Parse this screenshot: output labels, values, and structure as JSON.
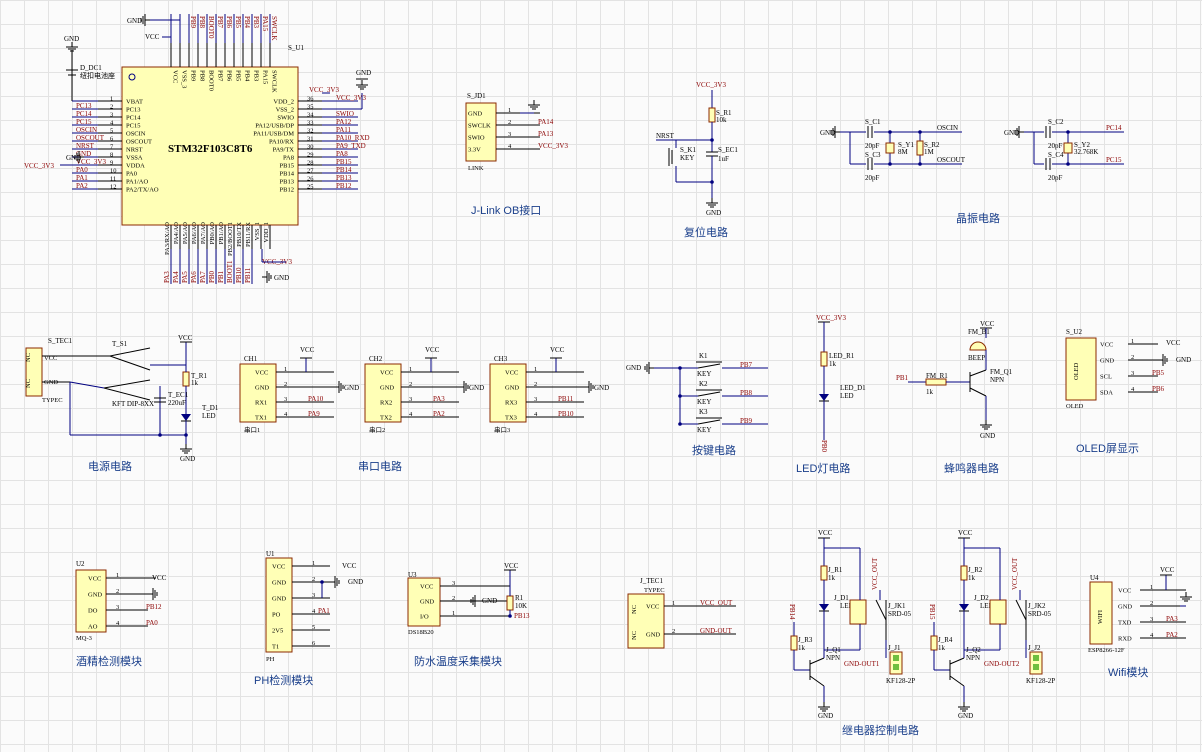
{
  "titles": {
    "jlink": "J-Link OB接口",
    "reset": "复位电路",
    "crystal": "晶振电路",
    "power": "电源电路",
    "uart": "串口电路",
    "keys": "按键电路",
    "led": "LED灯电路",
    "buzzer": "蜂鸣器电路",
    "oled": "OLED屏显示",
    "alcohol": "酒精检测模块",
    "ph": "PH检测模块",
    "temp": "防水温度采集模块",
    "relay": "继电器控制电路",
    "wifi": "Wifi模块"
  },
  "mcu": {
    "ref": "S_U1",
    "part": "STM32F103C8T6",
    "left_pins": [
      "VBAT",
      "PC13",
      "PC14",
      "PC15",
      "OSCIN",
      "OSCOUT",
      "NRST",
      "VSSA",
      "VDDA",
      "PA0",
      "PA1/AO",
      "PA2/TX/AO"
    ],
    "left_nums": [
      "1",
      "2",
      "3",
      "4",
      "5",
      "6",
      "7",
      "8",
      "9",
      "10",
      "11",
      "12"
    ],
    "left_nets": [
      "",
      "PC13",
      "PC14",
      "PC15",
      "OSCIN",
      "OSCOUT",
      "NRST",
      "GND",
      "VCC_3V3",
      "PA0",
      "PA1",
      "PA2"
    ],
    "right_pins": [
      "VDD_2",
      "VSS_2",
      "SWIO",
      "PA12/USB/DP",
      "PA11/USB/DM",
      "PA10/RX",
      "PA9/TX",
      "PA8",
      "PB15",
      "PB14",
      "PB13",
      "PB12"
    ],
    "right_nums": [
      "36",
      "35",
      "34",
      "33",
      "32",
      "31",
      "30",
      "29",
      "28",
      "27",
      "26",
      "25"
    ],
    "right_nets": [
      "VCC_3V3",
      "",
      "SWIO",
      "PA12",
      "PA11",
      "PA10_RXD",
      "PA9_TXD",
      "PA8",
      "PB15",
      "PB14",
      "PB13",
      "PB12"
    ],
    "top_pins": [
      "VCC",
      "VSS_3",
      "PB9",
      "PB8",
      "BOOT0",
      "PB7",
      "PB6",
      "PB5",
      "PB4",
      "PB3",
      "PA15",
      "SWCLK"
    ],
    "top_nets": [
      "VCC",
      "GND",
      "PB9",
      "PB8",
      "BOOT0",
      "PB7",
      "PB6",
      "PB5",
      "PB4",
      "PB3",
      "PA15",
      "SWCLK"
    ],
    "bottom_pins": [
      "PA3/RX/AO",
      "PA4/AO",
      "PA5/AO",
      "PA6/AO",
      "PA7/AO",
      "PB0/AO",
      "PB1/AO",
      "PB2/BOOT1",
      "PB10/TX",
      "PB11/RX",
      "VSS_1",
      "VDD_1"
    ],
    "bottom_nets": [
      "PA3",
      "PA4",
      "PA5",
      "PA6",
      "PA7",
      "PB0",
      "PB1",
      "BOOT1",
      "PB10",
      "PB11",
      "",
      ""
    ],
    "battery_ref": "D_DC1",
    "battery_label": "纽扣电池座",
    "net_vcc3v3": "VCC_3V3",
    "net_gnd": "GND",
    "net_vcc": "VCC"
  },
  "jlink": {
    "ref": "S_JD1",
    "pins": [
      "GND",
      "SWCLK",
      "SWIO",
      "3.3V"
    ],
    "nets": [
      "",
      "PA14",
      "PA13",
      "VCC_3V3"
    ],
    "footer": "LINK"
  },
  "reset": {
    "vcc": "VCC_3V3",
    "r_ref": "S_R1",
    "r_val": "10k",
    "key_ref": "S_K1",
    "key_val": "KEY",
    "c_ref": "S_EC1",
    "c_val": "1uF",
    "nrst": "NRST",
    "gnd": "GND"
  },
  "crystal": {
    "c1_ref": "S_C1",
    "c1_val": "20pF",
    "c3_ref": "S_C3",
    "c3_val": "20pF",
    "y1_ref": "S_Y1",
    "y1_val": "8M",
    "r2_ref": "S_R2",
    "r2_val": "1M",
    "oscin": "OSCIN",
    "oscout": "OSCOUT",
    "c2_ref": "S_C2",
    "c2_val": "20pF",
    "c4_ref": "S_C4",
    "c4_val": "20pF",
    "y2_ref": "S_Y2",
    "y2_val": "32.768K",
    "pc14": "PC14",
    "pc15": "PC15",
    "gnd": "GND"
  },
  "power": {
    "ref": "S_TEC1",
    "type": "TYPEC",
    "pins": [
      "VCC",
      "NC",
      "GND",
      "NC"
    ],
    "sw_ref": "T_S1",
    "sw_val": "KFT DIP-8XX",
    "r_ref": "T_R1",
    "r_val": "1k",
    "c_ref": "T_EC1",
    "c_val": "220uF",
    "d_ref": "T_D1",
    "d_val": "LED",
    "vcc": "VCC",
    "gnd": "GND"
  },
  "uart": [
    {
      "ref": "CH1",
      "name": "串口1",
      "nets": [
        "",
        "GND",
        "PA10",
        "PA9"
      ]
    },
    {
      "ref": "CH2",
      "name": "串口2",
      "nets": [
        "",
        "GND",
        "PA3",
        "PA2"
      ]
    },
    {
      "ref": "CH3",
      "name": "串口3",
      "nets": [
        "",
        "GND",
        "PB11",
        "PB10"
      ]
    }
  ],
  "uart_pins": [
    "VCC",
    "GND",
    "RX1",
    "TX1"
  ],
  "uart_pins2": [
    "VCC",
    "GND",
    "RX2",
    "TX2"
  ],
  "uart_pins3": [
    "VCC",
    "GND",
    "RX3",
    "TX3"
  ],
  "keys": {
    "gnd": "GND",
    "items": [
      {
        "ref": "K1",
        "val": "KEY",
        "net": "PB7"
      },
      {
        "ref": "K2",
        "val": "KEY",
        "net": "PB8"
      },
      {
        "ref": "K3",
        "val": "KEY",
        "net": "PB9"
      }
    ]
  },
  "led": {
    "vcc": "VCC_3V3",
    "r_ref": "LED_R1",
    "r_val": "1k",
    "d_ref": "LED_D1",
    "d_val": "LED",
    "net": "PB0"
  },
  "buzzer": {
    "vcc": "VCC",
    "b_ref": "FM_B1",
    "b_val": "BEEP",
    "r_ref": "FM_R1",
    "r_val": "1k",
    "q_ref": "FM_Q1",
    "q_val": "NPN",
    "net": "PB1",
    "gnd": "GND"
  },
  "oled": {
    "ref": "S_U2",
    "name": "OLED",
    "pins": [
      "VCC",
      "GND",
      "SCL",
      "SDA"
    ],
    "nets": [
      "VCC",
      "GND",
      "PB5",
      "PB6"
    ]
  },
  "alcohol": {
    "ref": "U2",
    "footer": "MQ-3",
    "pins": [
      "VCC",
      "GND",
      "DO",
      "AO"
    ],
    "nets": [
      "VCC",
      "",
      "PB12",
      "PA0"
    ]
  },
  "ph": {
    "ref": "U1",
    "footer": "PH",
    "pins": [
      "VCC",
      "GND",
      "GND",
      "PO",
      "2V5",
      "T1"
    ],
    "nets": [
      "VCC",
      "GND",
      "",
      "PA1",
      "",
      ""
    ]
  },
  "temp": {
    "ref": "U3",
    "footer": "DS18B20",
    "pins": [
      "VCC",
      "GND",
      "I/O"
    ],
    "r_ref": "R1",
    "r_val": "10K",
    "vcc": "VCC",
    "gnd": "GND",
    "net": "PB13"
  },
  "typec2": {
    "ref": "J_TEC1",
    "type": "TYPEC",
    "pins": [
      "VCC",
      "GND"
    ],
    "nets": [
      "VCC_OUT",
      "GND-OUT"
    ]
  },
  "relays": [
    {
      "r1": "J_R1",
      "r1v": "1k",
      "d": "J_D1",
      "dv": "LED",
      "k": "J_JK1",
      "kv": "SRD-05",
      "j": "J_J1",
      "jv": "KF128-2P",
      "r3": "J_R3",
      "r3v": "1k",
      "q": "J_Q1",
      "qv": "NPN",
      "net": "PB14",
      "vcc": "VCC",
      "vout": "VCC_OUT",
      "gout": "GND-OUT1",
      "gnd": "GND"
    },
    {
      "r1": "J_R2",
      "r1v": "1k",
      "d": "J_D2",
      "dv": "LED",
      "k": "J_JK2",
      "kv": "SRD-05",
      "j": "J_J2",
      "jv": "KF128-2P",
      "r3": "J_R4",
      "r3v": "1k",
      "q": "J_Q2",
      "qv": "NPN",
      "net": "PB15",
      "vcc": "VCC",
      "vout": "VCC_OUT",
      "gout": "GND-OUT2",
      "gnd": "GND"
    }
  ],
  "wifi": {
    "ref": "U4",
    "name": "WIFI",
    "footer": "ESP8266-12F",
    "pins": [
      "VCC",
      "GND",
      "TXD",
      "RXD"
    ],
    "nets": [
      "VCC",
      "",
      "PA3",
      "PA2"
    ]
  }
}
